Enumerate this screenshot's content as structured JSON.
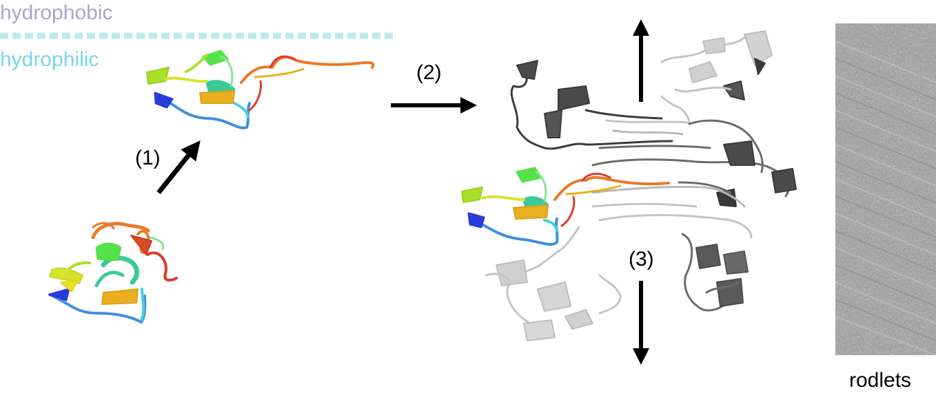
{
  "interface": {
    "hydrophobic_label": "hydrophobic",
    "hydrophilic_label": "hydrophilic",
    "hydrophobic_color": "#a6a7c8",
    "hydrophilic_color": "#7ad7e6",
    "boundary_color": "#bfe9f2"
  },
  "steps": {
    "step1": "(1)",
    "step2": "(2)",
    "step3": "(3)"
  },
  "micrograph": {
    "caption": "rodlets"
  },
  "protein_colors": {
    "rainbow": [
      "#2a3cd6",
      "#3f8fe0",
      "#48d0d8",
      "#3ec99a",
      "#55e24a",
      "#a8e02a",
      "#f0e022",
      "#e8b020",
      "#e87a2a",
      "#e03a2a"
    ],
    "dark_gray": "#3a3a3a",
    "mid_gray": "#6a6a6a",
    "light_gray": "#c4c4c4"
  }
}
